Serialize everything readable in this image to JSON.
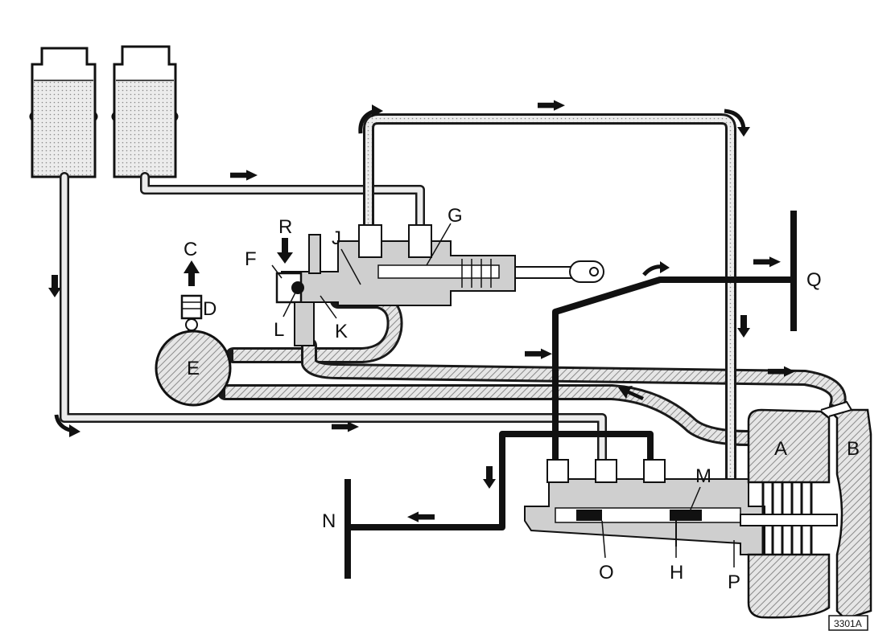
{
  "labels": {
    "A": "A",
    "B": "B",
    "C": "C",
    "D": "D",
    "E": "E",
    "F": "F",
    "G": "G",
    "H": "H",
    "J": "J",
    "K": "K",
    "L": "L",
    "M": "M",
    "N": "N",
    "O": "O",
    "P": "P",
    "Q": "Q",
    "R": "R"
  },
  "reference": "3301A"
}
